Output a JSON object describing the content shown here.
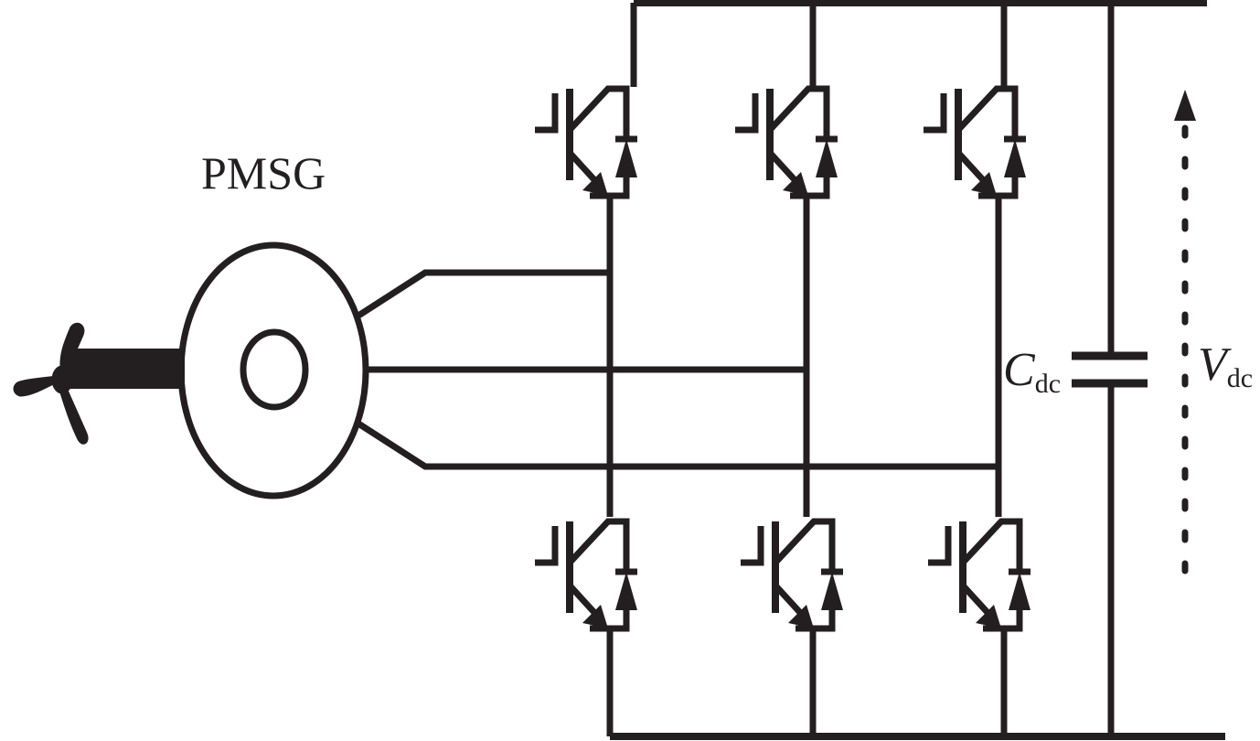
{
  "generator_label": "PMSG",
  "capacitor_label": {
    "symbol": "C",
    "subscript": "dc"
  },
  "voltage_label": {
    "symbol": "V",
    "subscript": "dc"
  },
  "colors": {
    "stroke": "#231f20",
    "background": "#ffffff"
  }
}
